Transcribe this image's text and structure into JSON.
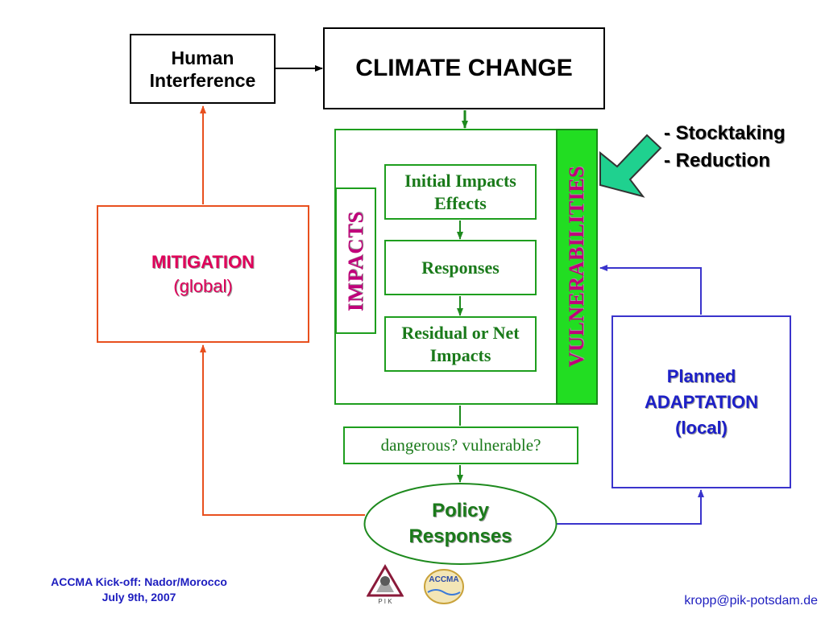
{
  "diagram": {
    "human_interference": "Human Interference",
    "climate_change": "CLIMATE CHANGE",
    "vulnerabilities": "VULNERABILITIES",
    "impacts": "IMPACTS",
    "initial_impacts": "Initial Impacts Effects",
    "responses": "Responses",
    "residual": "Residual or Net Impacts",
    "dangerous": "dangerous? vulnerable?",
    "mitigation_title": "MITIGATION",
    "mitigation_sub": "(global)",
    "adaptation_line1": "Planned",
    "adaptation_line2": "ADAPTATION",
    "adaptation_line3": "(local)",
    "policy_line1": "Policy",
    "policy_line2": "Responses",
    "stocktaking": "- Stocktaking",
    "reduction": "- Reduction"
  },
  "footer": {
    "event": "ACCMA Kick-off: Nador/Morocco",
    "date": "July 9th, 2007",
    "email": "kropp@pik-potsdam.de",
    "logo_pik_text": "P I K",
    "logo_accma_text": "ACCMA"
  },
  "colors": {
    "green": "#1e9e1e",
    "vuln_fill": "#22dd22",
    "magenta": "#c0007a",
    "mitigation_border": "#e8501e",
    "adaptation_blue": "#3a34cc",
    "callout_arrow": "#1fd18f"
  }
}
